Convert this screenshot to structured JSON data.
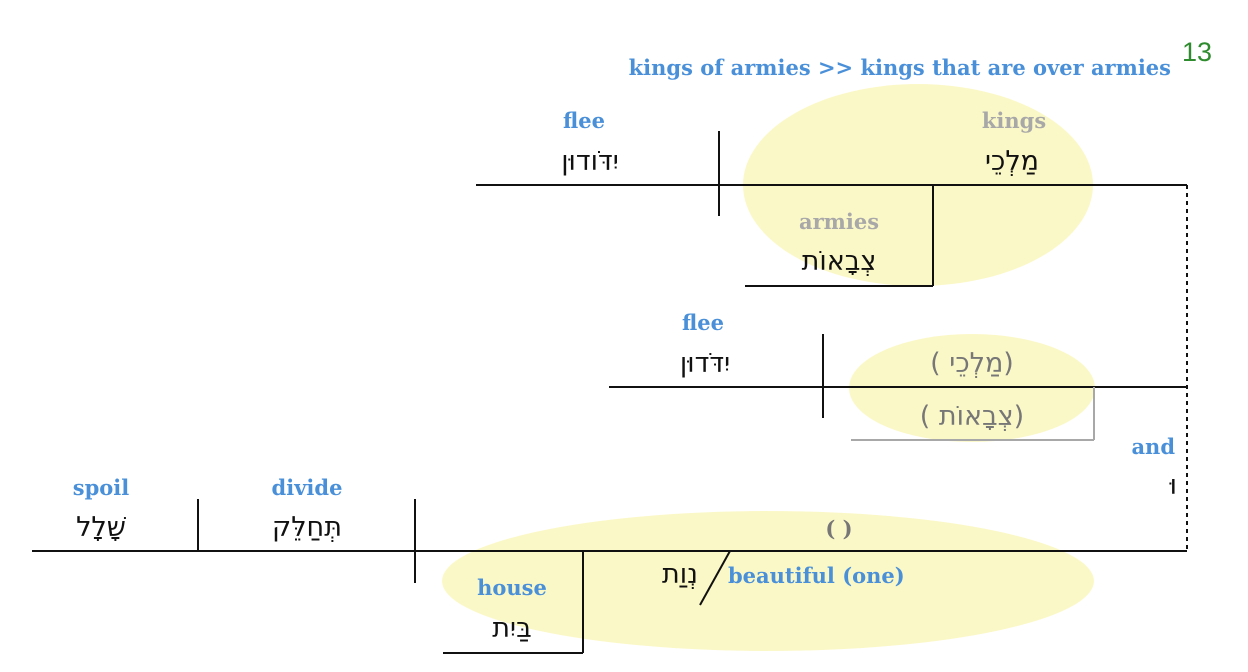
{
  "verse_number": "13",
  "note": "kings of armies >> kings that are over armies",
  "colors": {
    "gloss": "#4a90d9",
    "implied_gloss": "#a8a8a8",
    "verse_number": "#2e8b2e",
    "highlight": "#fbf8c8",
    "line": "#111111",
    "implied_line": "#a8a8a8"
  },
  "clause1": {
    "subject": {
      "gloss": "kings",
      "hebrew": "מַלְכֵי"
    },
    "verb": {
      "gloss": "flee",
      "hebrew": "יִדֹּודוּן"
    },
    "modifier": {
      "gloss": "armies",
      "hebrew": "צְבָאוֹת"
    }
  },
  "clause2": {
    "subject": {
      "hebrew": "( מַלְכֵי)"
    },
    "verb": {
      "gloss": "flee",
      "hebrew": "יִדֹּדוּן"
    },
    "modifier": {
      "hebrew": "( צְבָאוֹת)"
    }
  },
  "conjunction": {
    "gloss": "and",
    "hebrew": "וּ"
  },
  "clause3": {
    "subject": {
      "hebrew": "( )"
    },
    "apposition": {
      "gloss": "beautiful (one)",
      "hebrew": "נְוַת"
    },
    "modifier": {
      "gloss": "house",
      "hebrew": "בַּיִת"
    },
    "verb": {
      "gloss": "divide",
      "hebrew": "תְּחַלֵּק"
    },
    "object": {
      "gloss": "spoil",
      "hebrew": "שָׁלָל"
    }
  }
}
